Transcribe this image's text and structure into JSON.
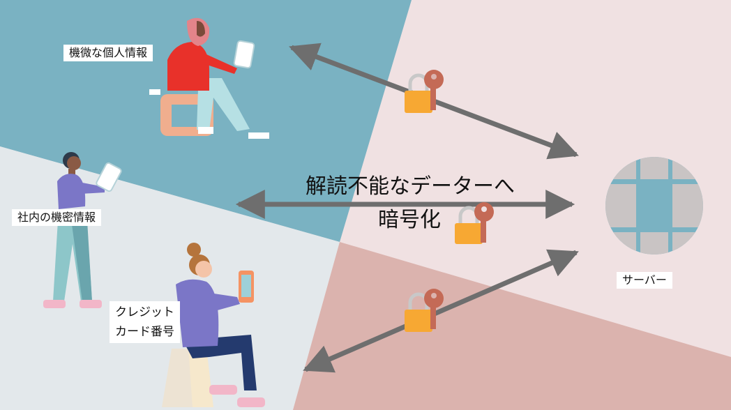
{
  "labels": {
    "sensitive_info": "機微な個人情報",
    "internal_info": "社内の機密情報",
    "credit_line1": "クレジット",
    "credit_line2": "カード番号",
    "server": "サーバー"
  },
  "headline": {
    "line1": "解読不能なデーターへ",
    "line2": "暗号化"
  },
  "colors": {
    "teal_region": "#7ab2c2",
    "light_region": "#e3e8eb",
    "pink_region": "#f0e1e2",
    "rose_region": "#dbb3ae",
    "arrow": "#6e6e6e",
    "lock_body": "#f7a833",
    "key": "#c46a56"
  },
  "icons": [
    "person-icon",
    "smartphone-icon",
    "padlock-icon",
    "key-icon",
    "globe-icon",
    "arrow-icon"
  ]
}
